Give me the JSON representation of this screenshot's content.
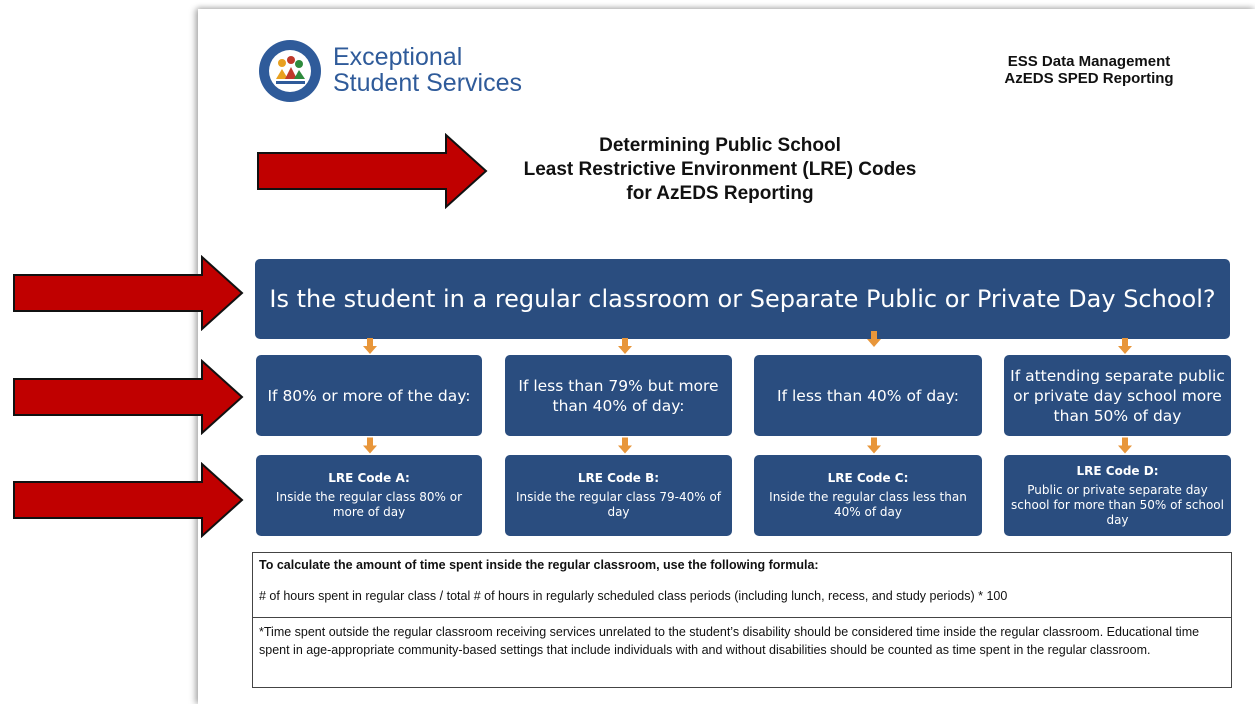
{
  "header": {
    "org_line1": "Exceptional",
    "org_line2": "Student Services",
    "right_line1": "ESS Data Management",
    "right_line2": "AzEDS SPED Reporting"
  },
  "title": {
    "line1": "Determining Public School",
    "line2": "Least Restrictive Environment (LRE) Codes",
    "line3": "for AzEDS Reporting"
  },
  "question": "Is the student in a regular classroom or Separate Public or Private Day School?",
  "conditions": [
    "If 80% or more of the day:",
    "If less than 79% but more than 40% of day:",
    "If less than 40% of day:",
    "If attending separate public or private day school more than 50% of day"
  ],
  "codes": [
    {
      "label": "LRE Code A",
      "desc": "Inside the regular class 80% or more of day"
    },
    {
      "label": "LRE Code B",
      "desc": "Inside the regular class 79-40% of day"
    },
    {
      "label": "LRE Code C",
      "desc": "Inside the regular class less than 40% of day"
    },
    {
      "label": "LRE Code D",
      "desc": "Public or private separate day school for more than 50% of school day"
    }
  ],
  "formula": {
    "heading": "To calculate the amount of time spent inside the regular classroom, use the following formula:",
    "equation": "# of hours spent in regular class / total # of hours in regularly scheduled class periods (including lunch, recess, and study periods) * 100",
    "note": "*Time spent outside the regular classroom receiving services unrelated to the student’s disability should be considered time inside the regular classroom. Educational time spent in age-appropriate community-based settings that include individuals with and without disabilities should be counted as time spent in the regular classroom."
  },
  "colors": {
    "box_blue": "#2a4d7f",
    "arrow_red": "#c00000",
    "connector_orange": "#e8963a",
    "org_blue": "#2f5b9a"
  }
}
